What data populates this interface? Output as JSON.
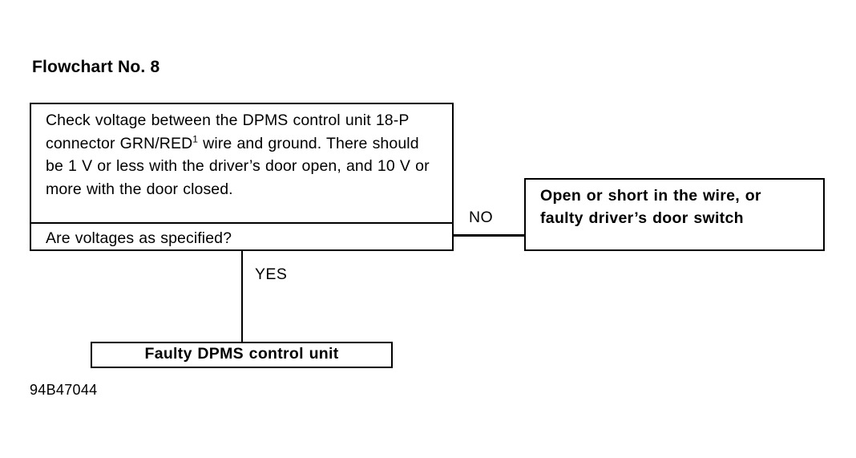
{
  "document": {
    "title": "Flowchart No. 8",
    "figure_id": "94B47044"
  },
  "flowchart": {
    "decision": {
      "instruction_lines": [
        "Check voltage between the DPMS control",
        "unit 18-P connector GRN/RED",
        " wire and",
        "ground. There should be 1 V or less with",
        "the driver’s door open, and 10 V or more",
        "with the door closed."
      ],
      "instruction_text": "Check voltage between the DPMS control unit 18-P connector GRN/RED¹ wire and ground. There should be 1 V or less with the driver’s door open, and 10 V or more with the door closed.",
      "footnote_marker": "1",
      "question": "Are voltages as specified?"
    },
    "branches": {
      "no_label": "NO",
      "yes_label": "YES"
    },
    "outcome_no": {
      "line1": "Open or short in the wire, or",
      "line2": "faulty driver’s door switch",
      "text": "Open or short in the wire, or faulty driver’s door switch"
    },
    "outcome_yes": {
      "text": "Faulty DPMS control unit"
    }
  },
  "style": {
    "ink": "#000000",
    "paper": "#ffffff"
  }
}
